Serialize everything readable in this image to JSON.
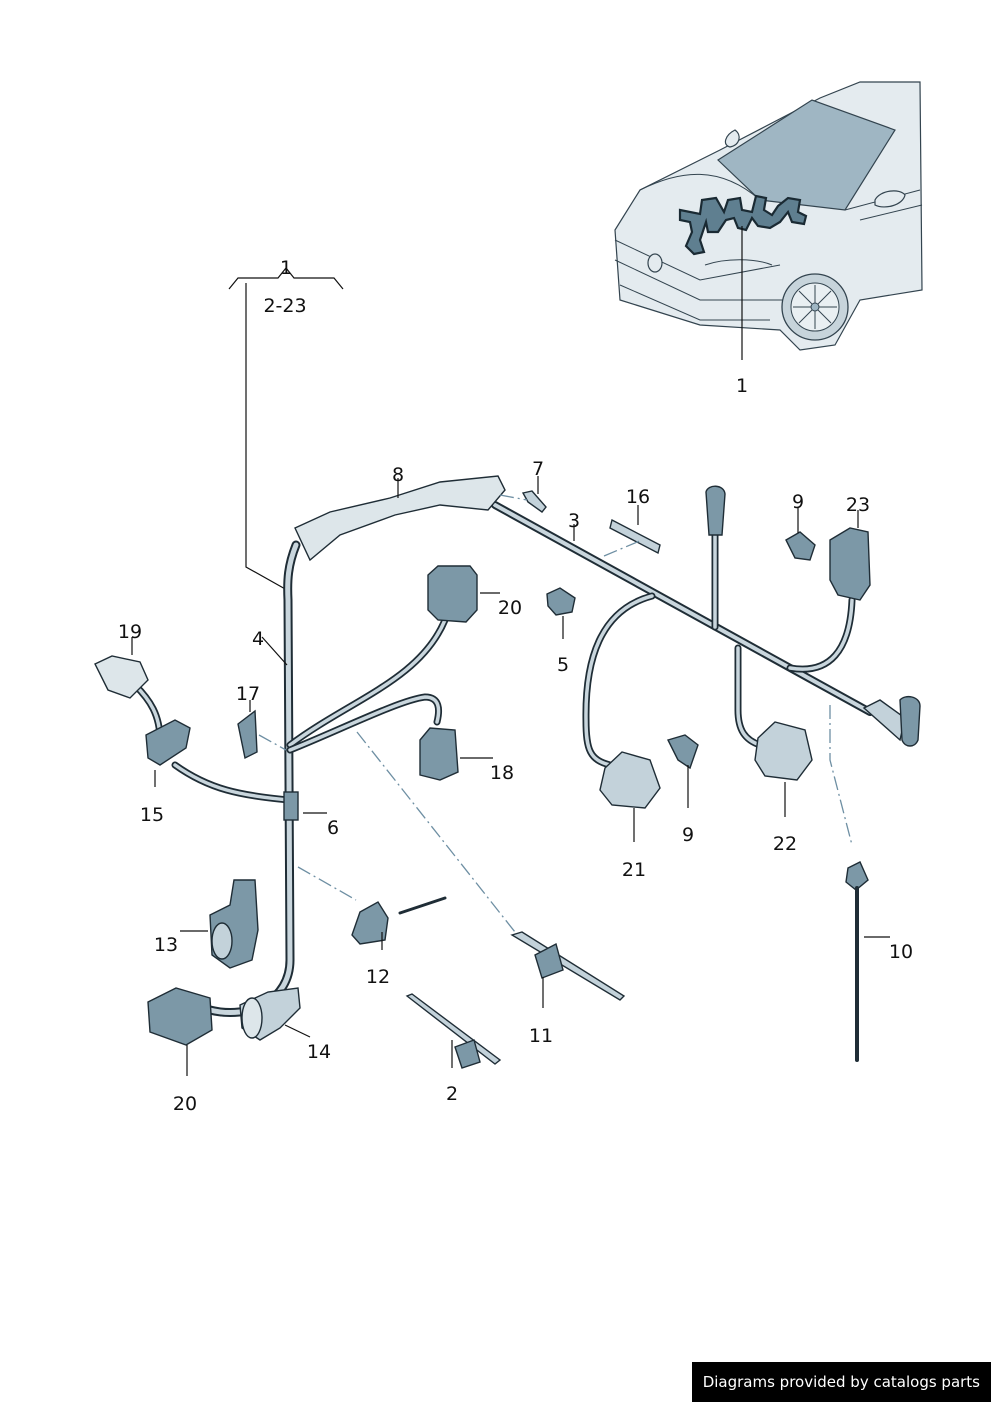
{
  "diagram": {
    "title_callout": {
      "number": "1",
      "range": "2-23"
    },
    "car_inset": {
      "callout": "1",
      "subject": "front engine compartment wiring harness"
    },
    "callouts": [
      {
        "id": "c2",
        "label": "2",
        "part": "cable tie with clip"
      },
      {
        "id": "c3",
        "label": "3",
        "part": "wiring harness branch"
      },
      {
        "id": "c4",
        "label": "4",
        "part": "wiring harness main trunk"
      },
      {
        "id": "c5",
        "label": "5",
        "part": "cap / plug"
      },
      {
        "id": "c6",
        "label": "6",
        "part": "junction clip"
      },
      {
        "id": "c7",
        "label": "7",
        "part": "expanding rivet"
      },
      {
        "id": "c8",
        "label": "8",
        "part": "cable duct / bracket"
      },
      {
        "id": "c9a",
        "label": "9",
        "part": "holder clip"
      },
      {
        "id": "c9b",
        "label": "9",
        "part": "holder clip"
      },
      {
        "id": "c10",
        "label": "10",
        "part": "cable tie with anchor"
      },
      {
        "id": "c11",
        "label": "11",
        "part": "cable tie with edge clip"
      },
      {
        "id": "c12",
        "label": "12",
        "part": "cable tie with clip"
      },
      {
        "id": "c13",
        "label": "13",
        "part": "angled grommet"
      },
      {
        "id": "c14",
        "label": "14",
        "part": "protective cap"
      },
      {
        "id": "c15",
        "label": "15",
        "part": "connector holder"
      },
      {
        "id": "c16",
        "label": "16",
        "part": "mounting bracket"
      },
      {
        "id": "c17",
        "label": "17",
        "part": "clip"
      },
      {
        "id": "c18",
        "label": "18",
        "part": "connector housing"
      },
      {
        "id": "c19",
        "label": "19",
        "part": "3-pin connector"
      },
      {
        "id": "c20a",
        "label": "20",
        "part": "3-pin connector housing"
      },
      {
        "id": "c20b",
        "label": "20",
        "part": "3-pin connector housing"
      },
      {
        "id": "c21",
        "label": "21",
        "part": "6-pin connector housing"
      },
      {
        "id": "c22",
        "label": "22",
        "part": "6-pin connector housing"
      },
      {
        "id": "c23",
        "label": "23",
        "part": "connector housing"
      }
    ]
  },
  "watermark": {
    "text": "Diagrams provided by catalogs parts"
  },
  "colors": {
    "part_fill": "#7c98a7",
    "outline": "#1f2d36",
    "wire_core": "#c9d6dd",
    "dash_line": "#6e8fa3",
    "watermark_bg": "#000000"
  }
}
